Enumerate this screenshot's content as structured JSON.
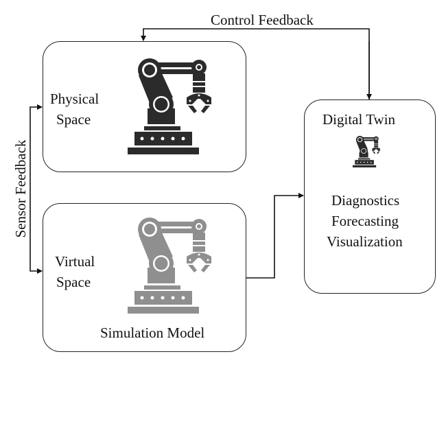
{
  "control_feedback": "Control Feedback",
  "sensor_feedback": "Sensor Feedback",
  "physical": {
    "line1": "Physical",
    "line2": "Space",
    "icon": "robot-arm-icon",
    "color": "#2b2b2b"
  },
  "virtual": {
    "line1": "Virtual",
    "line2": "Space",
    "caption": "Simulation Model",
    "icon": "robot-arm-icon",
    "color": "#8f8f8f"
  },
  "digital_twin": {
    "title": "Digital Twin",
    "icon": "robot-arm-icon",
    "items": [
      "Diagnostics",
      "Forecasting",
      "Visualization"
    ],
    "color": "#2b2b2b"
  }
}
